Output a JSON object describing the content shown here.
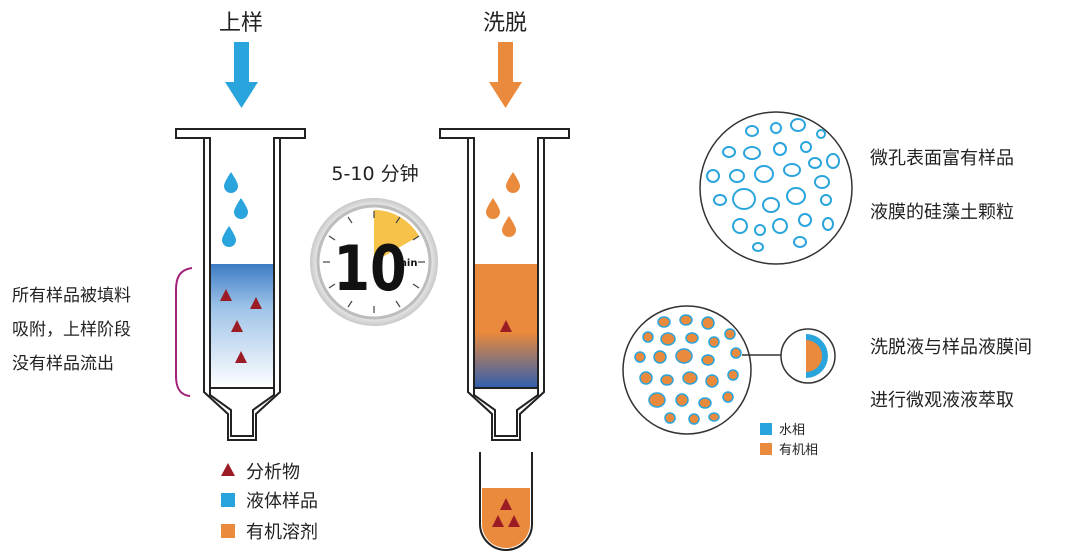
{
  "labels": {
    "load": "上样",
    "elute": "洗脱",
    "time": "5-10 分钟",
    "timer_value": "10",
    "timer_unit": "min",
    "side_note": [
      "所有样品被填料",
      "吸附，上样阶段",
      "没有样品流出"
    ],
    "right_top": [
      "微孔表面富有样品",
      "液膜的硅藻土颗粒"
    ],
    "right_mid": [
      "洗脱液与样品液膜间",
      "进行微观液液萃取"
    ]
  },
  "legend": [
    {
      "label": "分析物",
      "symbol": "triangle",
      "color": "#9b1c24"
    },
    {
      "label": "液体样品",
      "symbol": "square",
      "color": "#2aa4dc"
    },
    {
      "label": "有机溶剂",
      "symbol": "square",
      "color": "#ea8a3c"
    }
  ],
  "phase_legend": [
    {
      "label": "水相",
      "color": "#2aa4dc"
    },
    {
      "label": "有机相",
      "color": "#ea8a3c"
    }
  ],
  "colors": {
    "blue": "#2aa4dc",
    "orange": "#ea8a3c",
    "maroon": "#9b1c24",
    "magenta": "#a0207a"
  }
}
